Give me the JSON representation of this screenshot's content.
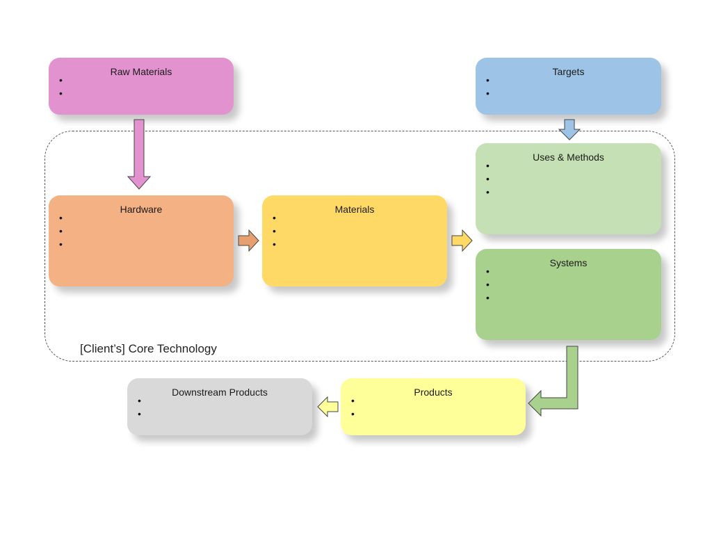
{
  "boundary_label": "[Client’s] Core Technology",
  "boxes": {
    "raw_materials": {
      "title": "Raw Materials",
      "bullets": [
        "",
        ""
      ],
      "color": "#e293cf"
    },
    "targets": {
      "title": "Targets",
      "bullets": [
        "",
        ""
      ],
      "color": "#9dc3e6"
    },
    "hardware": {
      "title": "Hardware",
      "bullets": [
        "",
        "",
        ""
      ],
      "color": "#f4b183"
    },
    "materials": {
      "title": "Materials",
      "bullets": [
        "",
        "",
        ""
      ],
      "color": "#ffd966"
    },
    "uses_methods": {
      "title": "Uses & Methods",
      "bullets": [
        "",
        "",
        ""
      ],
      "color": "#c5e0b4"
    },
    "systems": {
      "title": "Systems",
      "bullets": [
        "",
        "",
        ""
      ],
      "color": "#a9d18e"
    },
    "products": {
      "title": "Products",
      "bullets": [
        "",
        ""
      ],
      "color": "#ffff99"
    },
    "downstream_products": {
      "title": "Downstream Products",
      "bullets": [
        "",
        ""
      ],
      "color": "#d9d9d9"
    }
  }
}
